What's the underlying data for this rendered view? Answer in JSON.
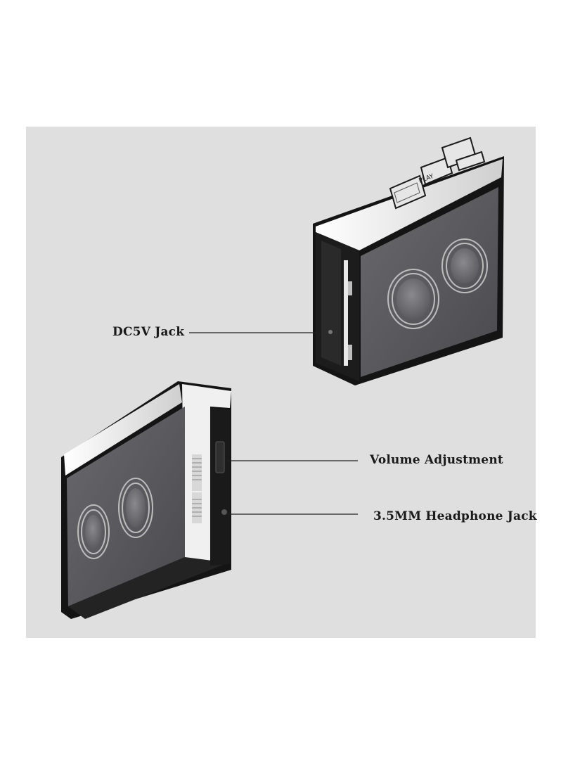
{
  "labels": {
    "dc_jack": "DC5V Jack",
    "volume": "Volume Adjustment",
    "headphone": "3.5MM Headphone Jack"
  },
  "device_printing": {
    "play": "PLAY"
  },
  "colors": {
    "background": "#ffffff",
    "panel": "#dfdfdf",
    "body_dark": "#5a5a5e",
    "frame_black": "#141414",
    "chrome": "#f2f2f2",
    "label_text": "#1a1a1a"
  }
}
